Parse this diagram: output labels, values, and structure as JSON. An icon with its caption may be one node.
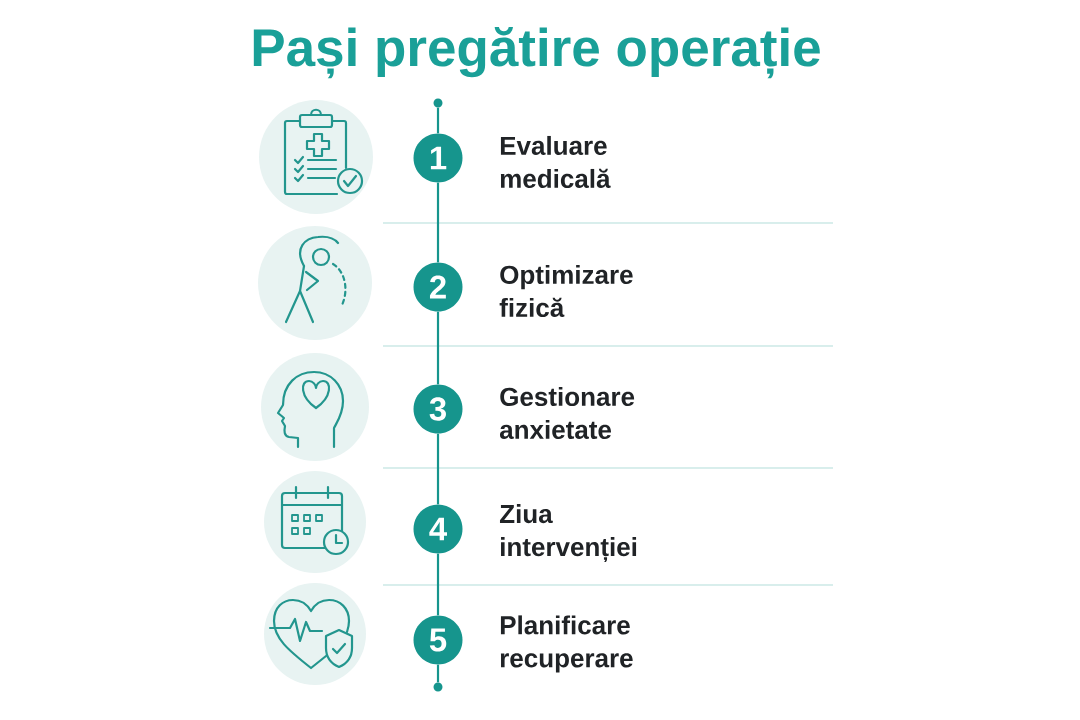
{
  "diagram": {
    "title": "Pași pregătire operație",
    "nodes": [
      {
        "text": [],
        "shape": "circle"
      },
      {
        "text": [
          "1"
        ],
        "beside": [
          "Evaluare medicală"
        ]
      },
      {
        "text": [
          "2"
        ],
        "beside": [
          "Optimizare fizică"
        ]
      },
      {
        "text": [
          "3"
        ],
        "beside": [
          "Gestionare anxietate"
        ]
      },
      {
        "text": [
          "4"
        ],
        "beside": [
          "Ziua intervenției"
        ]
      },
      {
        "text": [
          "5"
        ],
        "beside": [
          "Planificare recuperare"
        ]
      },
      {
        "text": [],
        "shape": "circle"
      }
    ],
    "edges": [
      {
        "from": 0,
        "to": 1,
        "arrow": "none"
      },
      {
        "from": 1,
        "to": 2,
        "arrow": "none"
      },
      {
        "from": 2,
        "to": 3,
        "arrow": "none"
      },
      {
        "from": 3,
        "to": 4,
        "arrow": "none"
      },
      {
        "from": 4,
        "to": 5,
        "arrow": "none"
      },
      {
        "from": 5,
        "to": 6,
        "arrow": "none"
      }
    ]
  }
}
